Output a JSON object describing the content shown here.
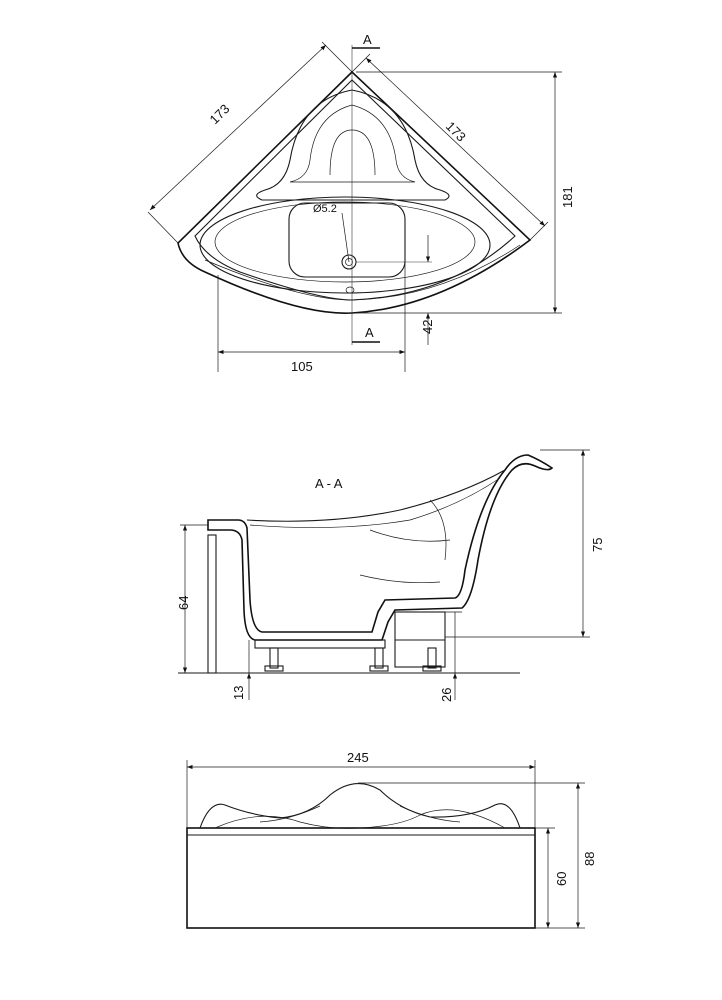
{
  "top_view": {
    "section_marker_top": "A",
    "section_marker_bottom": "A",
    "dim_left_side": "173",
    "dim_right_side": "173",
    "dim_drain_diameter": "Ø5.2",
    "dim_depth": "181",
    "dim_drain_offset": "42",
    "dim_drain_from_left": "105"
  },
  "section_view": {
    "title": "A - A",
    "dim_total_height": "75",
    "dim_rim_height": "64",
    "dim_left_leg": "13",
    "dim_right_leg": "26"
  },
  "front_view": {
    "dim_width": "245",
    "dim_panel_height": "60",
    "dim_overall_height": "88"
  }
}
